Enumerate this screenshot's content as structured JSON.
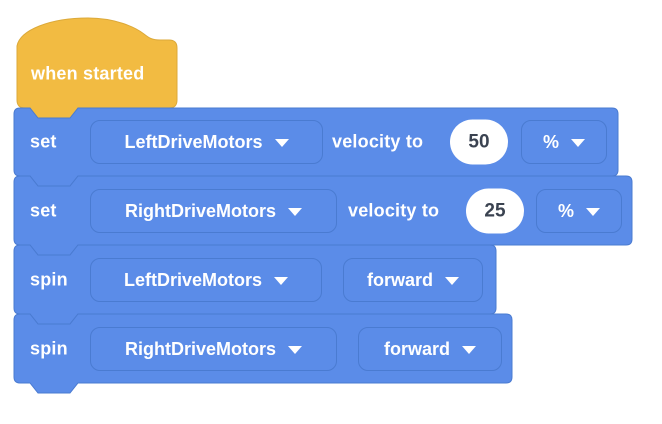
{
  "workspace": {
    "background": "#ffffff"
  },
  "colors": {
    "block_fill": "#5b8ce8",
    "block_border": "#4a7bd1",
    "hat_fill": "#f2bb42",
    "hat_border": "#dca939",
    "label_text": "#ffffff",
    "value_text": "#3b4351"
  },
  "hat_block": {
    "label": "when started"
  },
  "blocks": [
    {
      "keyword": "set",
      "motor": "LeftDriveMotors",
      "mid_label": "velocity to",
      "value": "50",
      "unit": "%"
    },
    {
      "keyword": "set",
      "motor": "RightDriveMotors",
      "mid_label": "velocity to",
      "value": "25",
      "unit": "%"
    },
    {
      "keyword": "spin",
      "motor": "LeftDriveMotors",
      "direction": "forward"
    },
    {
      "keyword": "spin",
      "motor": "RightDriveMotors",
      "direction": "forward"
    }
  ]
}
